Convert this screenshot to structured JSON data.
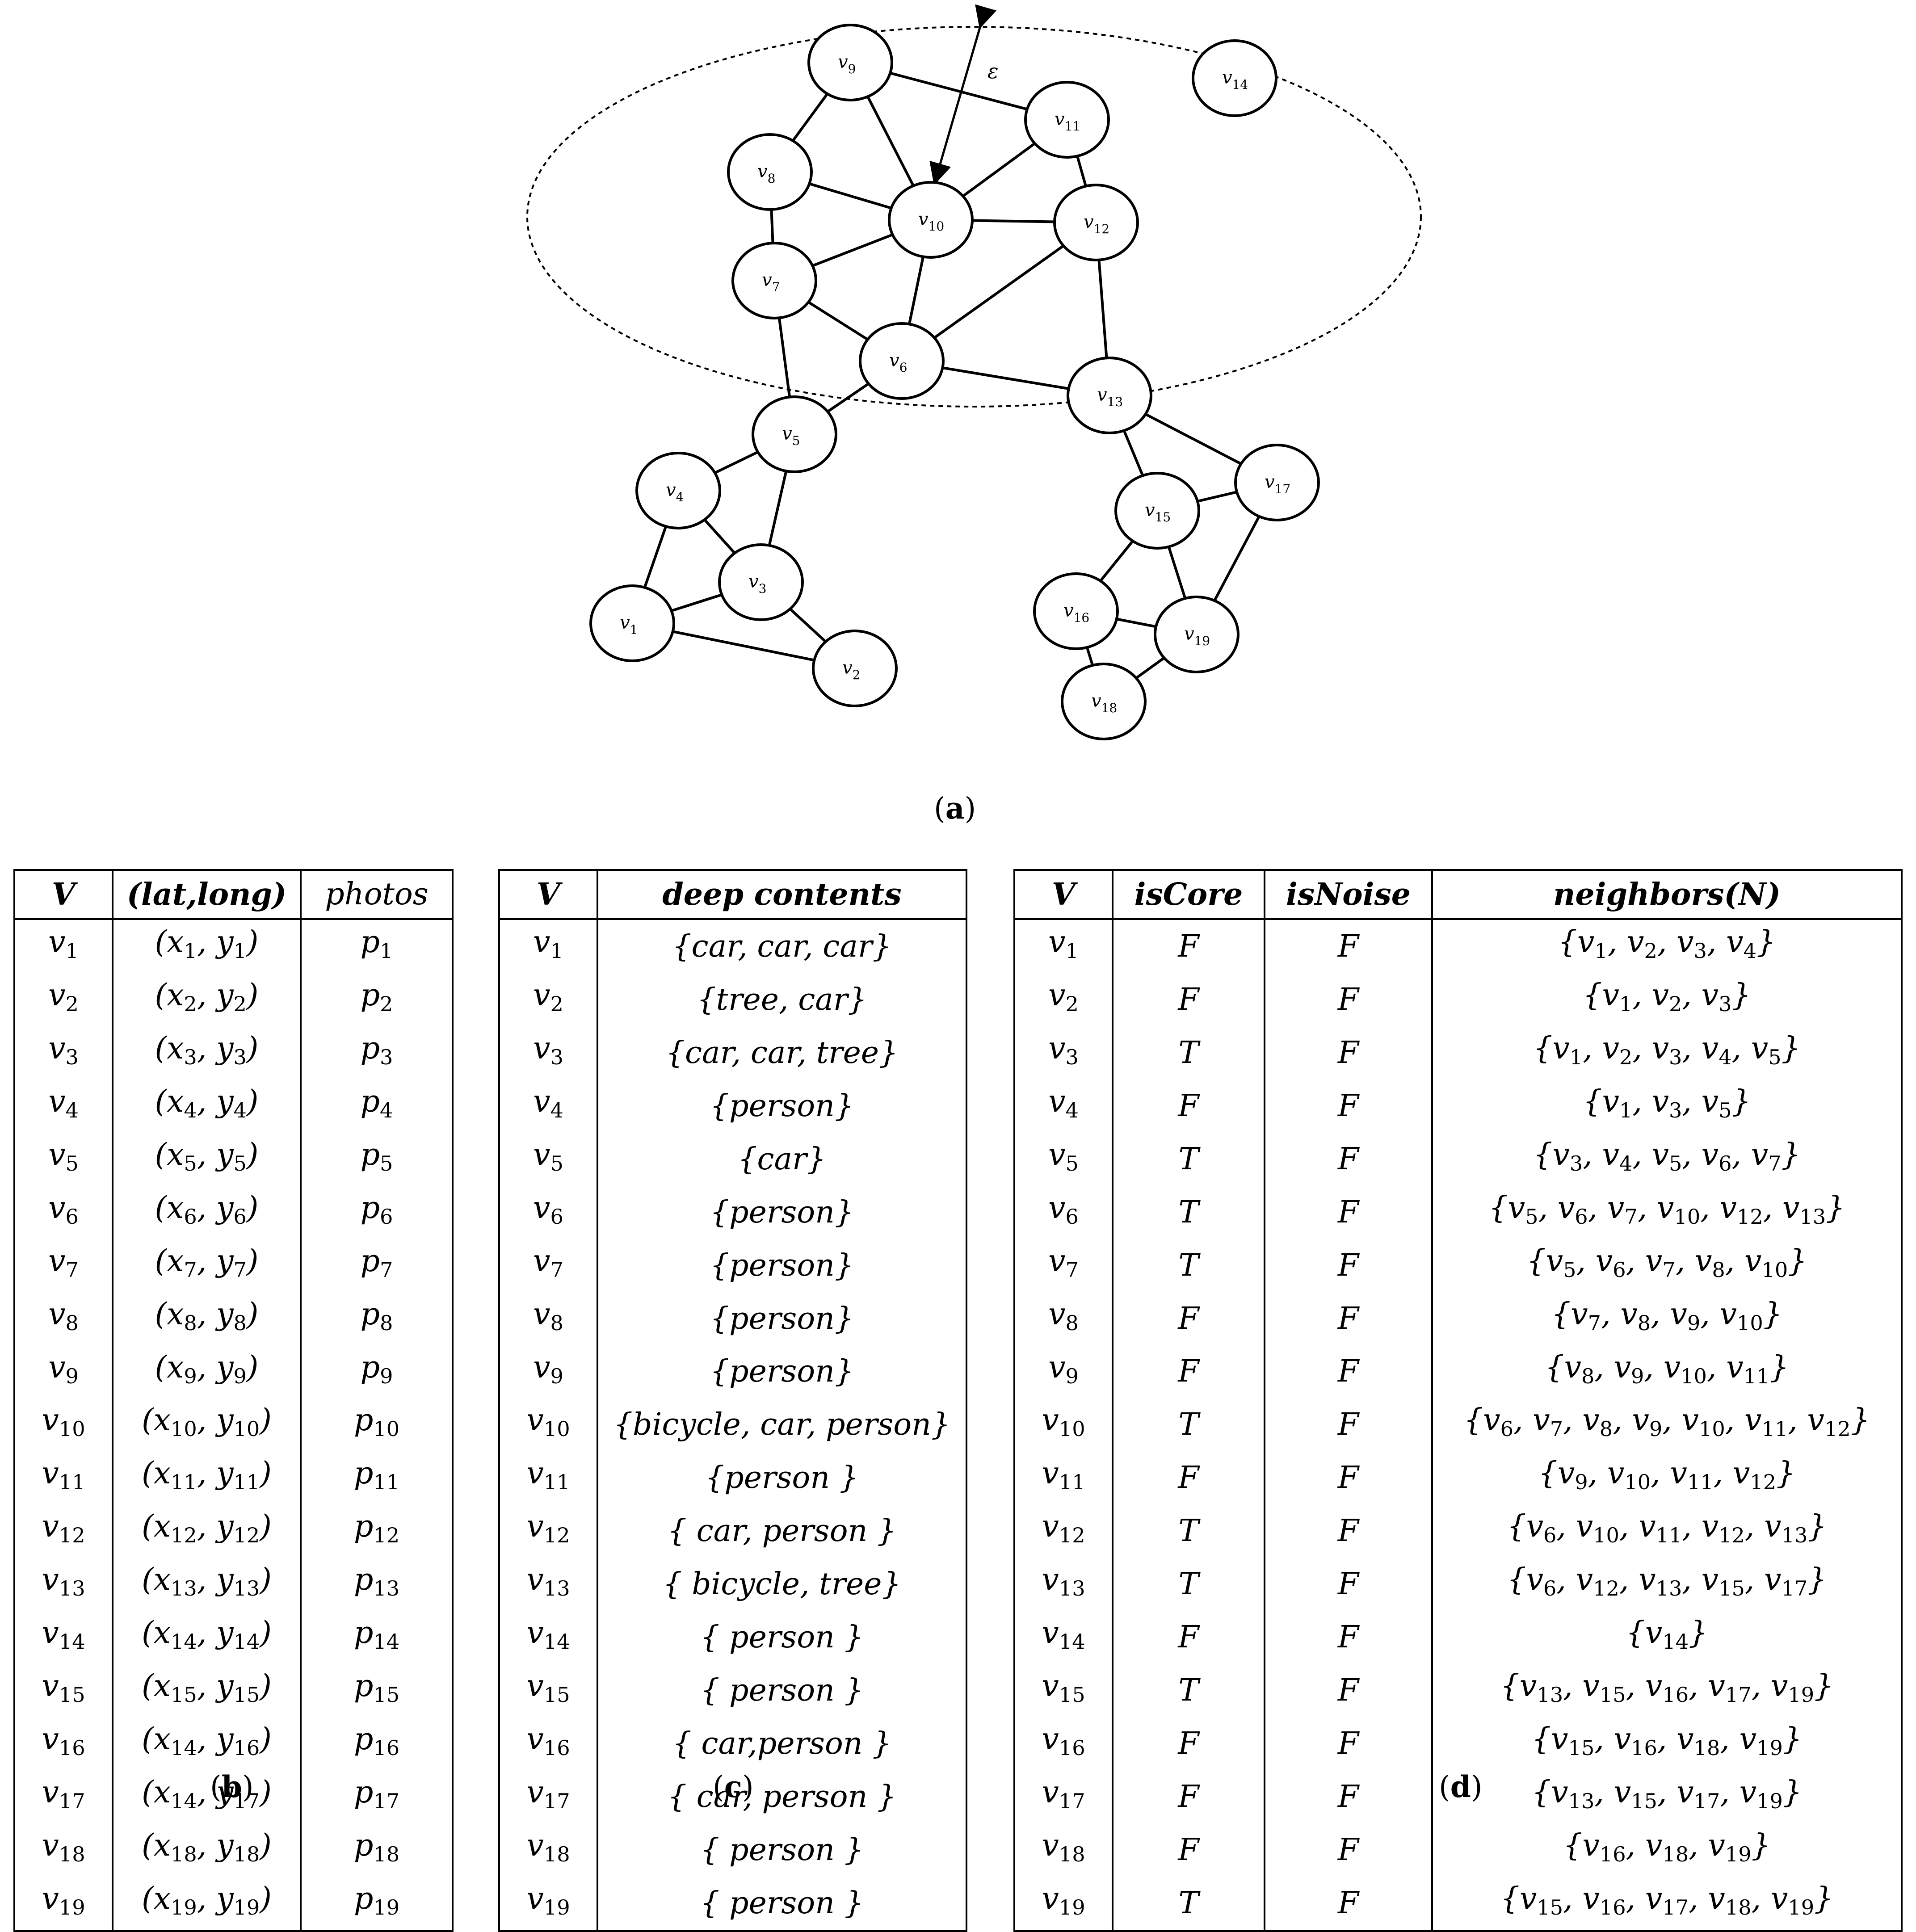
{
  "graph": {
    "epsilon_label": "ε",
    "nodes": [
      {
        "id": "v1",
        "name": "v",
        "sub": "1"
      },
      {
        "id": "v2",
        "name": "v",
        "sub": "2"
      },
      {
        "id": "v3",
        "name": "v",
        "sub": "3"
      },
      {
        "id": "v4",
        "name": "v",
        "sub": "4"
      },
      {
        "id": "v5",
        "name": "v",
        "sub": "5"
      },
      {
        "id": "v6",
        "name": "v",
        "sub": "6"
      },
      {
        "id": "v7",
        "name": "v",
        "sub": "7"
      },
      {
        "id": "v8",
        "name": "v",
        "sub": "8"
      },
      {
        "id": "v9",
        "name": "v",
        "sub": "9"
      },
      {
        "id": "v10",
        "name": "v",
        "sub": "10"
      },
      {
        "id": "v11",
        "name": "v",
        "sub": "11"
      },
      {
        "id": "v12",
        "name": "v",
        "sub": "12"
      },
      {
        "id": "v13",
        "name": "v",
        "sub": "13"
      },
      {
        "id": "v14",
        "name": "v",
        "sub": "14"
      },
      {
        "id": "v15",
        "name": "v",
        "sub": "15"
      },
      {
        "id": "v16",
        "name": "v",
        "sub": "16"
      },
      {
        "id": "v17",
        "name": "v",
        "sub": "17"
      },
      {
        "id": "v18",
        "name": "v",
        "sub": "18"
      },
      {
        "id": "v19",
        "name": "v",
        "sub": "19"
      }
    ],
    "edges": [
      [
        "v9",
        "v8"
      ],
      [
        "v9",
        "v10"
      ],
      [
        "v9",
        "v11"
      ],
      [
        "v8",
        "v7"
      ],
      [
        "v8",
        "v10"
      ],
      [
        "v7",
        "v10"
      ],
      [
        "v10",
        "v11"
      ],
      [
        "v10",
        "v12"
      ],
      [
        "v10",
        "v6"
      ],
      [
        "v11",
        "v12"
      ],
      [
        "v7",
        "v6"
      ],
      [
        "v7",
        "v5"
      ],
      [
        "v6",
        "v12"
      ],
      [
        "v6",
        "v5"
      ],
      [
        "v6",
        "v13"
      ],
      [
        "v12",
        "v13"
      ],
      [
        "v13",
        "v15"
      ],
      [
        "v13",
        "v17"
      ],
      [
        "v5",
        "v4"
      ],
      [
        "v5",
        "v3"
      ],
      [
        "v4",
        "v3"
      ],
      [
        "v4",
        "v1"
      ],
      [
        "v1",
        "v3"
      ],
      [
        "v1",
        "v2"
      ],
      [
        "v3",
        "v2"
      ],
      [
        "v15",
        "v17"
      ],
      [
        "v15",
        "v16"
      ],
      [
        "v15",
        "v19"
      ],
      [
        "v17",
        "v19"
      ],
      [
        "v16",
        "v19"
      ],
      [
        "v16",
        "v18"
      ],
      [
        "v18",
        "v19"
      ]
    ]
  },
  "captions": {
    "a": "a",
    "b": "b",
    "c": "c",
    "d": "d"
  },
  "table_b": {
    "headers": [
      "V",
      "(lat,long)",
      "photos"
    ],
    "rows": [
      [
        "1",
        "(x1, y1)",
        "1"
      ],
      [
        "2",
        "",
        "2"
      ]
    ]
  },
  "table_b_rows": [
    {
      "n": "1",
      "x": "1",
      "y": "1",
      "p": "1"
    },
    {
      "n": "2",
      "x": "2",
      "y": "2",
      "p": "2"
    },
    {
      "n": "3",
      "x": "3",
      "y": "3",
      "p": "3"
    },
    {
      "n": "4",
      "x": "4",
      "y": "4",
      "p": "4"
    },
    {
      "n": "5",
      "x": "5",
      "y": "5",
      "p": "5"
    },
    {
      "n": "6",
      "x": "6",
      "y": "6",
      "p": "6"
    },
    {
      "n": "7",
      "x": "7",
      "y": "7",
      "p": "7"
    },
    {
      "n": "8",
      "x": "8",
      "y": "8",
      "p": "8"
    },
    {
      "n": "9",
      "x": "9",
      "y": "9",
      "p": "9"
    },
    {
      "n": "10",
      "x": "10",
      "y": "10",
      "p": "10"
    },
    {
      "n": "11",
      "x": "11",
      "y": "11",
      "p": "11"
    },
    {
      "n": "12",
      "x": "12",
      "y": "12",
      "p": "12"
    },
    {
      "n": "13",
      "x": "13",
      "y": "13",
      "p": "13"
    },
    {
      "n": "14",
      "x": "14",
      "y": "14",
      "p": "14"
    },
    {
      "n": "15",
      "x": "15",
      "y": "15",
      "p": "15"
    },
    {
      "n": "16",
      "x": "14",
      "y": "16",
      "p": "16"
    },
    {
      "n": "17",
      "x": "14",
      "y": "17",
      "p": "17"
    },
    {
      "n": "18",
      "x": "18",
      "y": "18",
      "p": "18"
    },
    {
      "n": "19",
      "x": "19",
      "y": "19",
      "p": "19"
    }
  ],
  "table_c": {
    "headers": [
      "V",
      "deep contents"
    ],
    "rows": [
      {
        "n": "1",
        "content": "{car, car, car}"
      },
      {
        "n": "2",
        "content": "{tree, car}"
      },
      {
        "n": "3",
        "content": "{car, car, tree}"
      },
      {
        "n": "4",
        "content": "{person}"
      },
      {
        "n": "5",
        "content": "{car}"
      },
      {
        "n": "6",
        "content": "{person}"
      },
      {
        "n": "7",
        "content": "{person}"
      },
      {
        "n": "8",
        "content": "{person}"
      },
      {
        "n": "9",
        "content": "{person}"
      },
      {
        "n": "10",
        "content": "{bicycle, car, person}"
      },
      {
        "n": "11",
        "content": "{person }"
      },
      {
        "n": "12",
        "content": "{ car, person }"
      },
      {
        "n": "13",
        "content": "{ bicycle, tree}"
      },
      {
        "n": "14",
        "content": "{ person }"
      },
      {
        "n": "15",
        "content": "{ person }"
      },
      {
        "n": "16",
        "content": "{ car,person }"
      },
      {
        "n": "17",
        "content": "{ car, person }"
      },
      {
        "n": "18",
        "content": "{ person }"
      },
      {
        "n": "19",
        "content": "{ person }"
      }
    ]
  },
  "table_d": {
    "headers": [
      "V",
      "isCore",
      "isNoise",
      "neighbors(N)"
    ],
    "rows": [
      {
        "n": "1",
        "core": "F",
        "noise": "F",
        "nb": [
          "1",
          "2",
          "3",
          "4"
        ]
      },
      {
        "n": "2",
        "core": "F",
        "noise": "F",
        "nb": [
          "1",
          "2",
          "3"
        ]
      },
      {
        "n": "3",
        "core": "T",
        "noise": "F",
        "nb": [
          "1",
          "2",
          "3",
          "4",
          "5"
        ]
      },
      {
        "n": "4",
        "core": "F",
        "noise": "F",
        "nb": [
          "1",
          "3",
          "5"
        ]
      },
      {
        "n": "5",
        "core": "T",
        "noise": "F",
        "nb": [
          "3",
          "4",
          "5",
          "6",
          "7"
        ]
      },
      {
        "n": "6",
        "core": "T",
        "noise": "F",
        "nb": [
          "5",
          "6",
          "7",
          "10",
          "12",
          "13"
        ]
      },
      {
        "n": "7",
        "core": "T",
        "noise": "F",
        "nb": [
          "5",
          "6",
          "7",
          "8",
          "10"
        ]
      },
      {
        "n": "8",
        "core": "F",
        "noise": "F",
        "nb": [
          "7",
          "8",
          "9",
          "10"
        ]
      },
      {
        "n": "9",
        "core": "F",
        "noise": "F",
        "nb": [
          "8",
          "9",
          "10",
          "11"
        ]
      },
      {
        "n": "10",
        "core": "T",
        "noise": "F",
        "nb": [
          "6",
          "7",
          "8",
          "9",
          "10",
          "11",
          "12"
        ]
      },
      {
        "n": "11",
        "core": "F",
        "noise": "F",
        "nb": [
          "9",
          "10",
          "11",
          "12"
        ]
      },
      {
        "n": "12",
        "core": "T",
        "noise": "F",
        "nb": [
          "6",
          "10",
          "11",
          "12",
          "13"
        ]
      },
      {
        "n": "13",
        "core": "T",
        "noise": "F",
        "nb": [
          "6",
          "12",
          "13",
          "15",
          "17"
        ]
      },
      {
        "n": "14",
        "core": "F",
        "noise": "F",
        "nb": [
          "14"
        ]
      },
      {
        "n": "15",
        "core": "T",
        "noise": "F",
        "nb": [
          "13",
          "15",
          "16",
          "17",
          "19"
        ]
      },
      {
        "n": "16",
        "core": "F",
        "noise": "F",
        "nb": [
          "15",
          "16",
          "18",
          "19"
        ]
      },
      {
        "n": "17",
        "core": "F",
        "noise": "F",
        "nb": [
          "13",
          "15",
          "17",
          "19"
        ]
      },
      {
        "n": "18",
        "core": "F",
        "noise": "F",
        "nb": [
          "16",
          "18",
          "19"
        ]
      },
      {
        "n": "19",
        "core": "T",
        "noise": "F",
        "nb": [
          "15",
          "16",
          "17",
          "18",
          "19"
        ]
      }
    ]
  }
}
